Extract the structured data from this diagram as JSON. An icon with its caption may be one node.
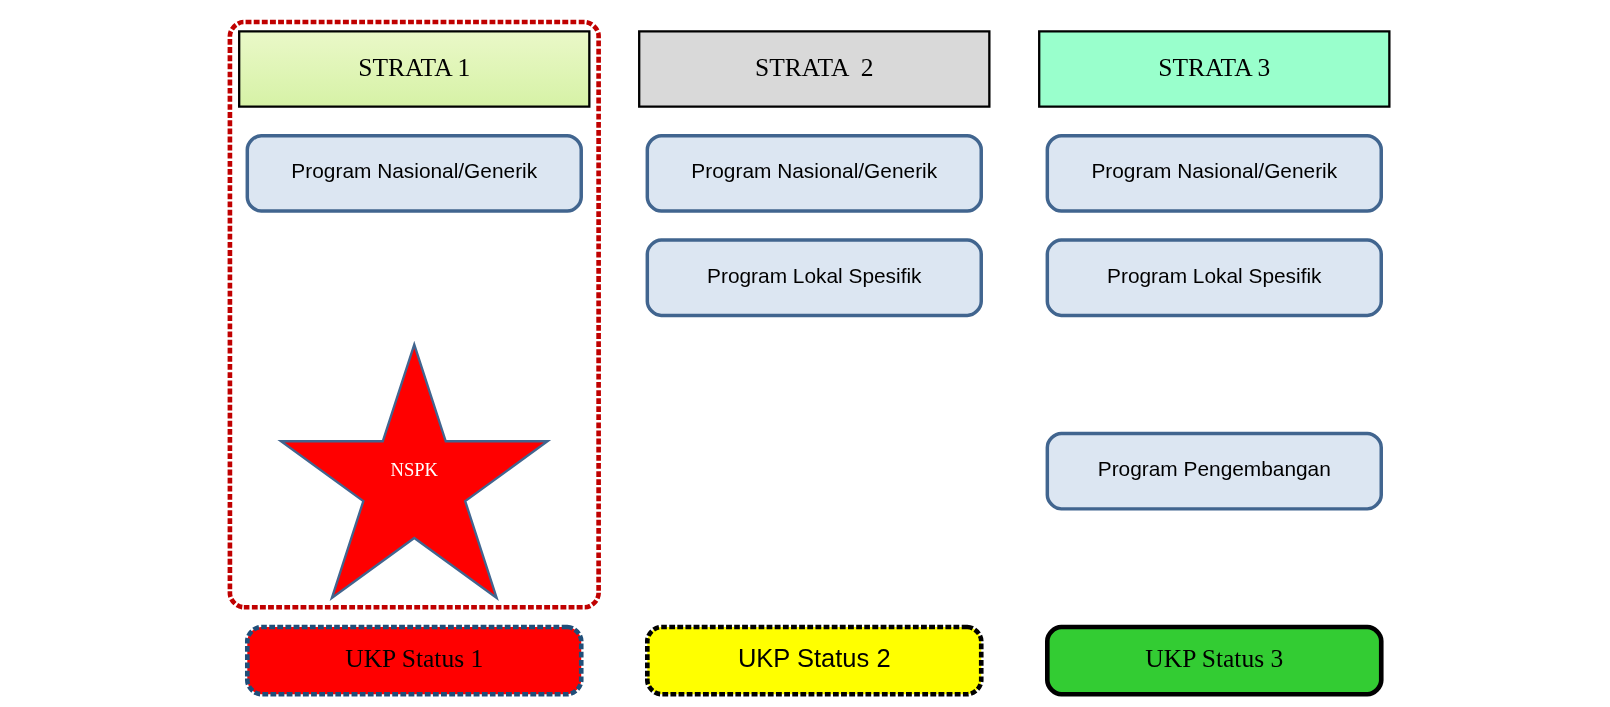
{
  "diagram": {
    "nodes": [
      {
        "text": [],
        "shape": "box"
      },
      {
        "text": [
          "STRATA 1"
        ],
        "in": 0
      },
      {
        "text": [
          "Program Nasional/Generik"
        ],
        "in": 0
      },
      {
        "text": [
          "NSPK"
        ],
        "in": 0
      },
      {
        "text": [
          "STRATA  2"
        ]
      },
      {
        "text": [
          "Program Nasional/Generik"
        ]
      },
      {
        "text": [
          "Program Lokal Spesifik"
        ]
      },
      {
        "text": [
          "STRATA 3"
        ]
      },
      {
        "text": [
          "Program Nasional/Generik"
        ]
      },
      {
        "text": [
          "Program Lokal Spesifik"
        ]
      },
      {
        "text": [
          "Program Pengembangan"
        ]
      },
      {
        "text": [
          "UKP Status 1"
        ]
      },
      {
        "text": [
          "UKP Status 2"
        ]
      },
      {
        "text": [
          "UKP Status 3"
        ]
      }
    ],
    "edges": []
  }
}
